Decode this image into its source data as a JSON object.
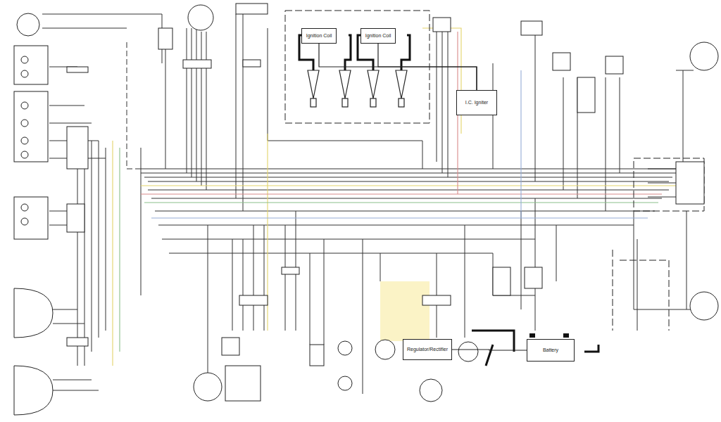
{
  "diagram": {
    "nodes": [
      {
        "text": [
          "Ignition Coil"
        ]
      },
      {
        "text": [
          "Ignition Coil"
        ]
      },
      {
        "text": [
          "I.C. Igniter"
        ]
      },
      {
        "text": [
          "Regulator/Rectifier"
        ]
      },
      {
        "text": [
          "Battery"
        ]
      }
    ],
    "edges": [
      {
        "from": 0,
        "to": 2,
        "arrow": "none"
      },
      {
        "from": 1,
        "to": 2,
        "arrow": "none"
      },
      {
        "from": 3,
        "to": 4,
        "arrow": "none"
      }
    ]
  }
}
